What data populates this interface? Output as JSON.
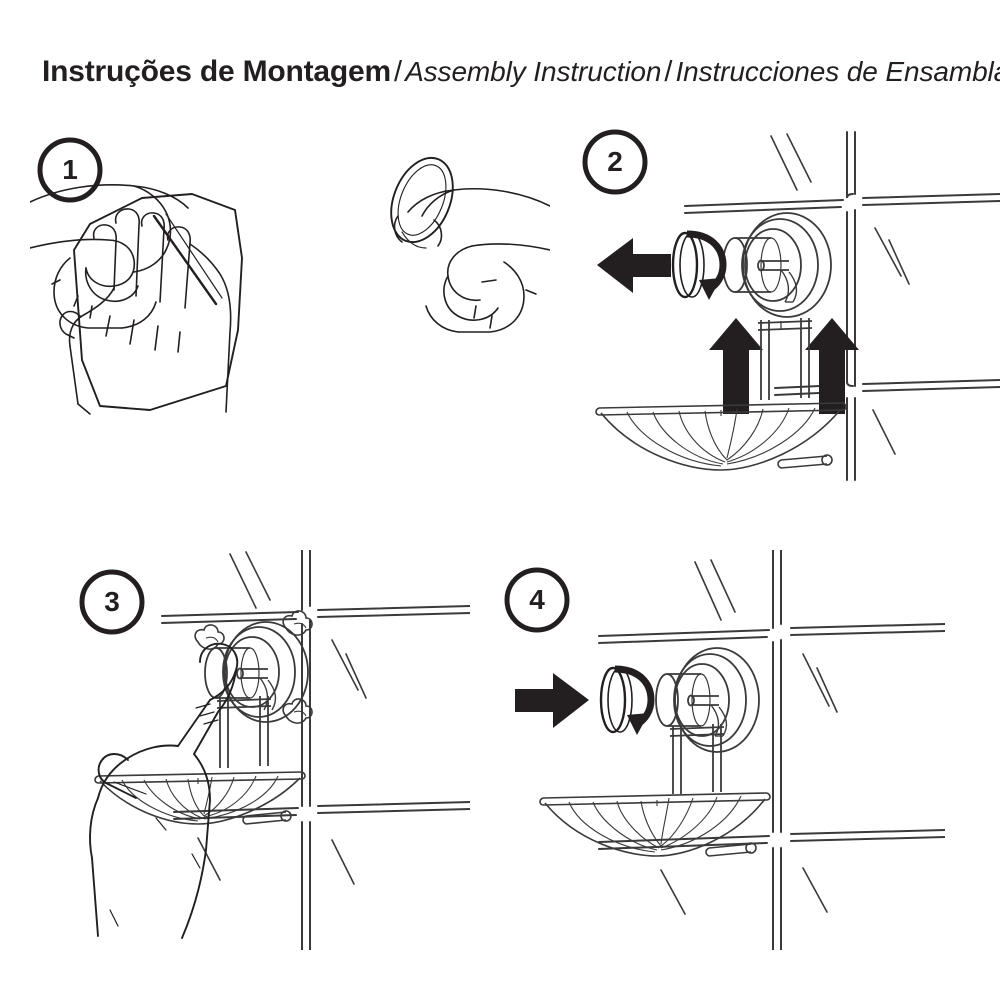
{
  "document": {
    "kind": "assembly-instruction-sheet",
    "background_color": "#ffffff",
    "ink_color": "#231f20",
    "line_color": "#3a3a3a"
  },
  "title": {
    "portuguese": "Instruções de Montagem",
    "separator_1": "/",
    "english": "Assembly Instruction",
    "separator_2": "/",
    "spanish": "Instrucciones de Ensamblaje:"
  },
  "steps": [
    {
      "number": "1",
      "name": "clean-surface-and-prepare-suction-cup",
      "description": "Hand wiping the tile surface with a cloth, then two hands holding the suction cup pad",
      "elements": [
        "hand-with-cloth",
        "two-hands-holding-suction-cup"
      ]
    },
    {
      "number": "2",
      "name": "remove-cap-and-mount-holder",
      "description": "Unscrew and pull the cap off to the left, lift the wire soap dish up onto the suction mount fixed on the tiled wall",
      "elements": [
        "left-arrow",
        "rotation-arrow",
        "cap-ring",
        "suction-cup-mount",
        "tile-wall",
        "up-arrow-left",
        "up-arrow-right",
        "wire-soap-dish"
      ]
    },
    {
      "number": "3",
      "name": "press-suction-cup-to-wall",
      "description": "A hand presses the knob of the suction cup mount firmly against the tiled wall, air puffs escape around the cup",
      "elements": [
        "pressing-hand",
        "suction-cup-mount",
        "wire-soap-dish",
        "tile-wall",
        "air-puff-marks"
      ]
    },
    {
      "number": "4",
      "name": "refit-and-tighten-cap",
      "description": "Push the cap back to the right and rotate it to lock the assembled soap dish holder",
      "elements": [
        "right-arrow",
        "rotation-arrow",
        "cap-ring",
        "suction-cup-mount",
        "wire-soap-dish",
        "tile-wall"
      ]
    }
  ]
}
